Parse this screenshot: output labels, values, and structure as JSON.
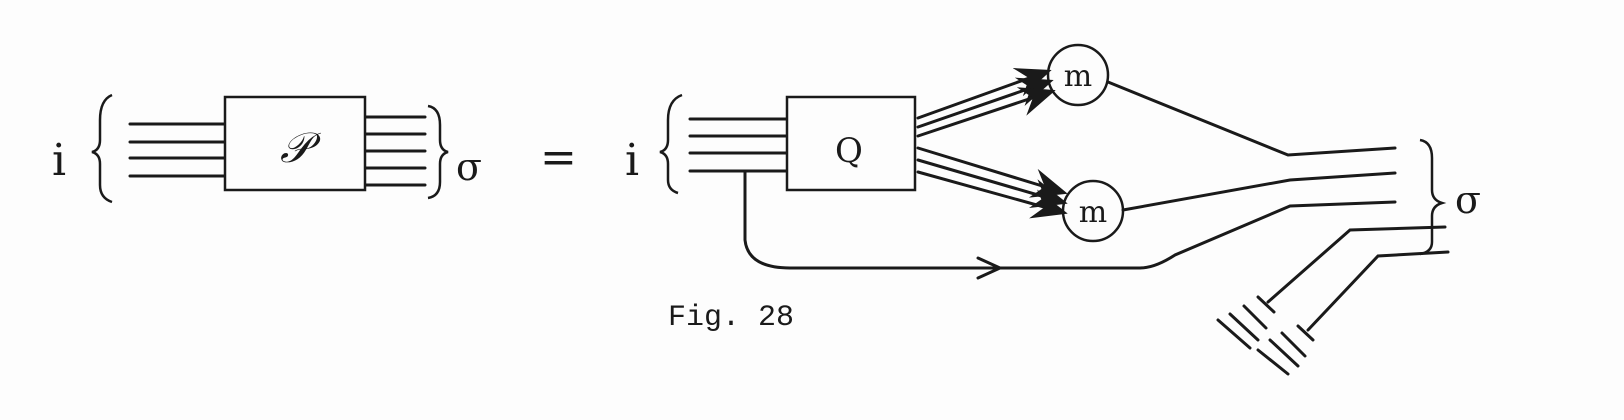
{
  "figure": {
    "caption": "Fig. 28",
    "left_side": {
      "input_label": "i",
      "box_label": "𝒫",
      "output_label": "σ"
    },
    "equals": "=",
    "right_side": {
      "input_label": "i",
      "box_label": "Q",
      "node_labels": [
        "m",
        "m"
      ],
      "output_label": "σ"
    }
  }
}
